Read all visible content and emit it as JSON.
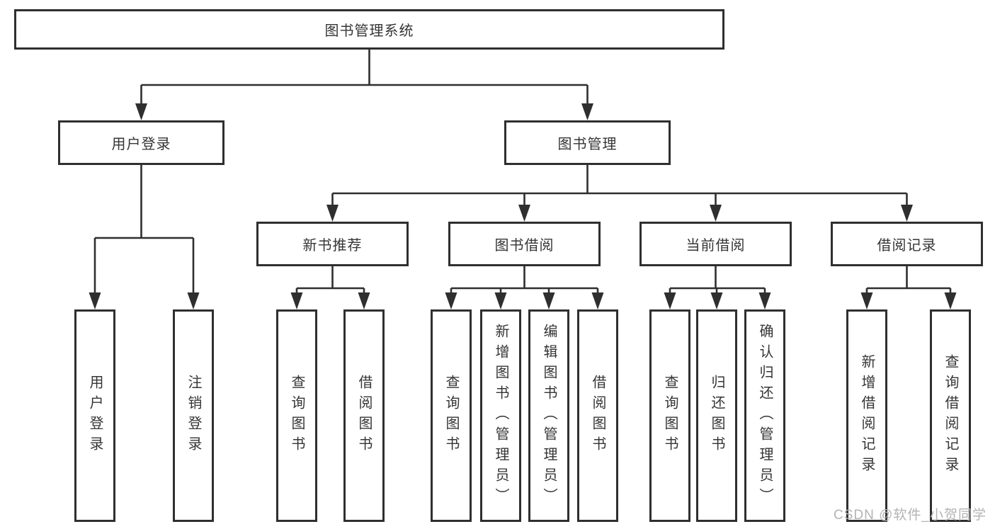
{
  "tree": {
    "root": "图书管理系统",
    "branches": [
      {
        "label": "用户登录",
        "leaves": [
          "用户登录",
          "注销登录"
        ]
      },
      {
        "label": "图书管理",
        "sub": [
          {
            "label": "新书推荐",
            "leaves": [
              "查询图书",
              "借阅图书"
            ]
          },
          {
            "label": "图书借阅",
            "leaves": [
              "查询图书",
              "新增图书（管理员）",
              "编辑图书（管理员）",
              "借阅图书"
            ]
          },
          {
            "label": "当前借阅",
            "leaves": [
              "查询图书",
              "归还图书",
              "确认归还（管理员）"
            ]
          },
          {
            "label": "借阅记录",
            "leaves": [
              "新增借阅记录",
              "查询借阅记录"
            ]
          }
        ]
      }
    ]
  },
  "watermark": "CSDN @软件_小贺同学",
  "colors": {
    "line": "#2f2f2f",
    "border": "#2f2f2f",
    "text": "#353535",
    "watermark": "#b3b3b3",
    "background": "#ffffff"
  }
}
